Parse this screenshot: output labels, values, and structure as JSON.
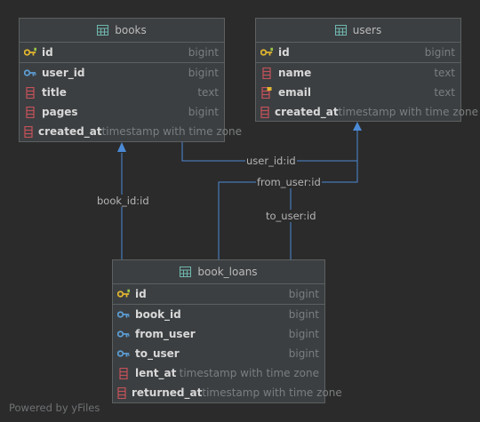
{
  "tables": {
    "books": {
      "name": "books",
      "columns": [
        {
          "name": "id",
          "type": "bigint",
          "icon": "primary-key-icon"
        },
        {
          "name": "user_id",
          "type": "bigint",
          "icon": "foreign-key-icon"
        },
        {
          "name": "title",
          "type": "text",
          "icon": "column-icon"
        },
        {
          "name": "pages",
          "type": "bigint",
          "icon": "column-icon"
        },
        {
          "name": "created_at",
          "type": "timestamp with time zone",
          "icon": "column-icon"
        }
      ]
    },
    "users": {
      "name": "users",
      "columns": [
        {
          "name": "id",
          "type": "bigint",
          "icon": "primary-key-icon"
        },
        {
          "name": "name",
          "type": "text",
          "icon": "column-icon"
        },
        {
          "name": "email",
          "type": "text",
          "icon": "unique-column-icon"
        },
        {
          "name": "created_at",
          "type": "timestamp with time zone",
          "icon": "column-icon"
        }
      ]
    },
    "book_loans": {
      "name": "book_loans",
      "columns": [
        {
          "name": "id",
          "type": "bigint",
          "icon": "primary-key-icon"
        },
        {
          "name": "book_id",
          "type": "bigint",
          "icon": "foreign-key-icon"
        },
        {
          "name": "from_user",
          "type": "bigint",
          "icon": "foreign-key-icon"
        },
        {
          "name": "to_user",
          "type": "bigint",
          "icon": "foreign-key-icon"
        },
        {
          "name": "lent_at",
          "type": "timestamp with time zone",
          "icon": "column-icon"
        },
        {
          "name": "returned_at",
          "type": "timestamp with time zone",
          "icon": "column-icon"
        }
      ]
    }
  },
  "relations": {
    "books_user": "user_id:id",
    "loans_from_user": "from_user:id",
    "loans_to_user": "to_user:id",
    "loans_book": "book_id:id"
  },
  "footer": "Powered by yFiles",
  "colors": {
    "background": "#2b2b2b",
    "table_bg": "#3c3f41",
    "edge": "#4b8ad6",
    "pk_key": "#e3b82f",
    "fk_key": "#5c9fd6",
    "column": "#c4525a"
  }
}
